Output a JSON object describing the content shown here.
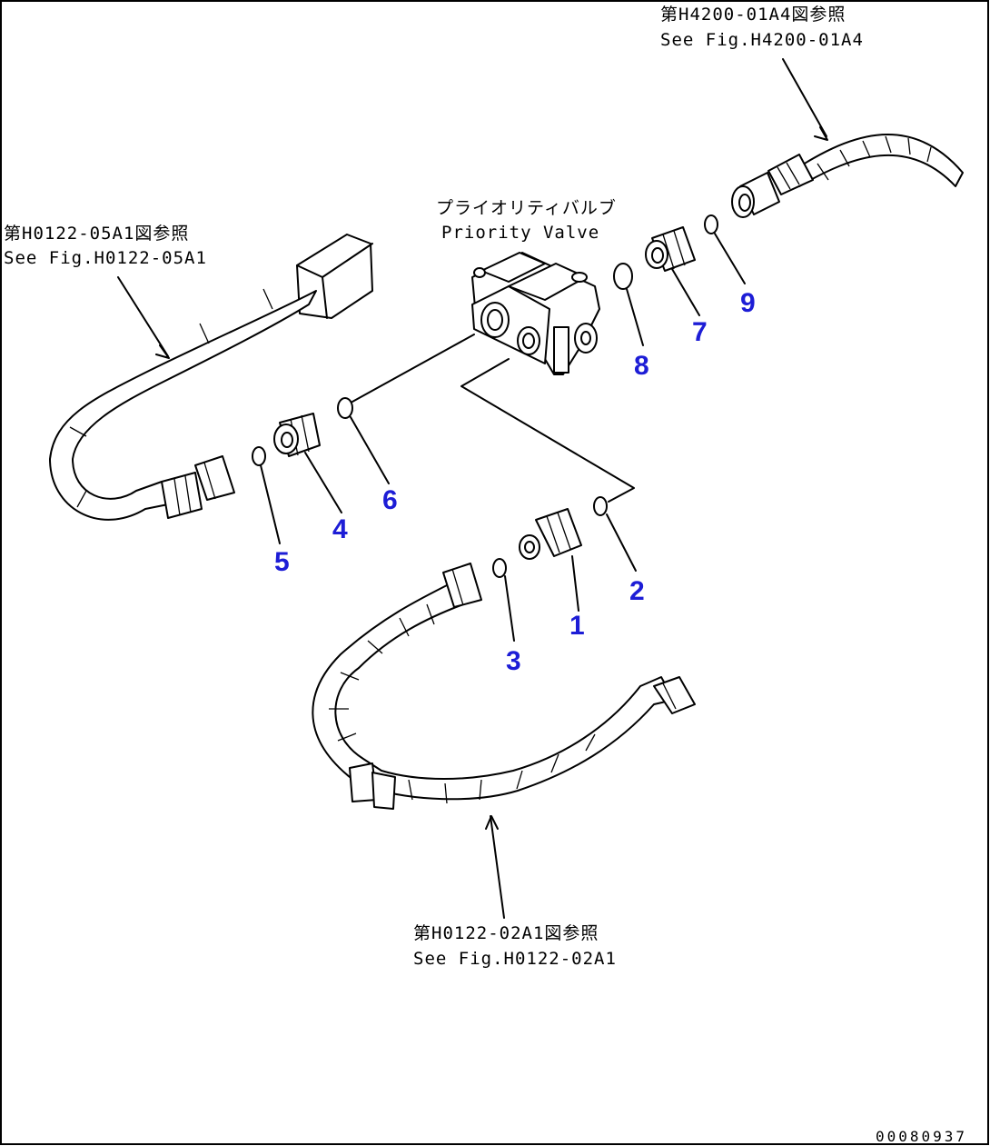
{
  "references": {
    "top_right": {
      "jp": "第H4200-01A4図参照",
      "en": "See Fig.H4200-01A4"
    },
    "left": {
      "jp": "第H0122-05A1図参照",
      "en": "See Fig.H0122-05A1"
    },
    "bottom": {
      "jp": "第H0122-02A1図参照",
      "en": "See Fig.H0122-02A1"
    }
  },
  "component": {
    "jp": "プライオリティバルブ",
    "en": "Priority Valve"
  },
  "callouts": [
    "1",
    "2",
    "3",
    "4",
    "5",
    "6",
    "7",
    "8",
    "9"
  ],
  "drawing_code": "00080937"
}
